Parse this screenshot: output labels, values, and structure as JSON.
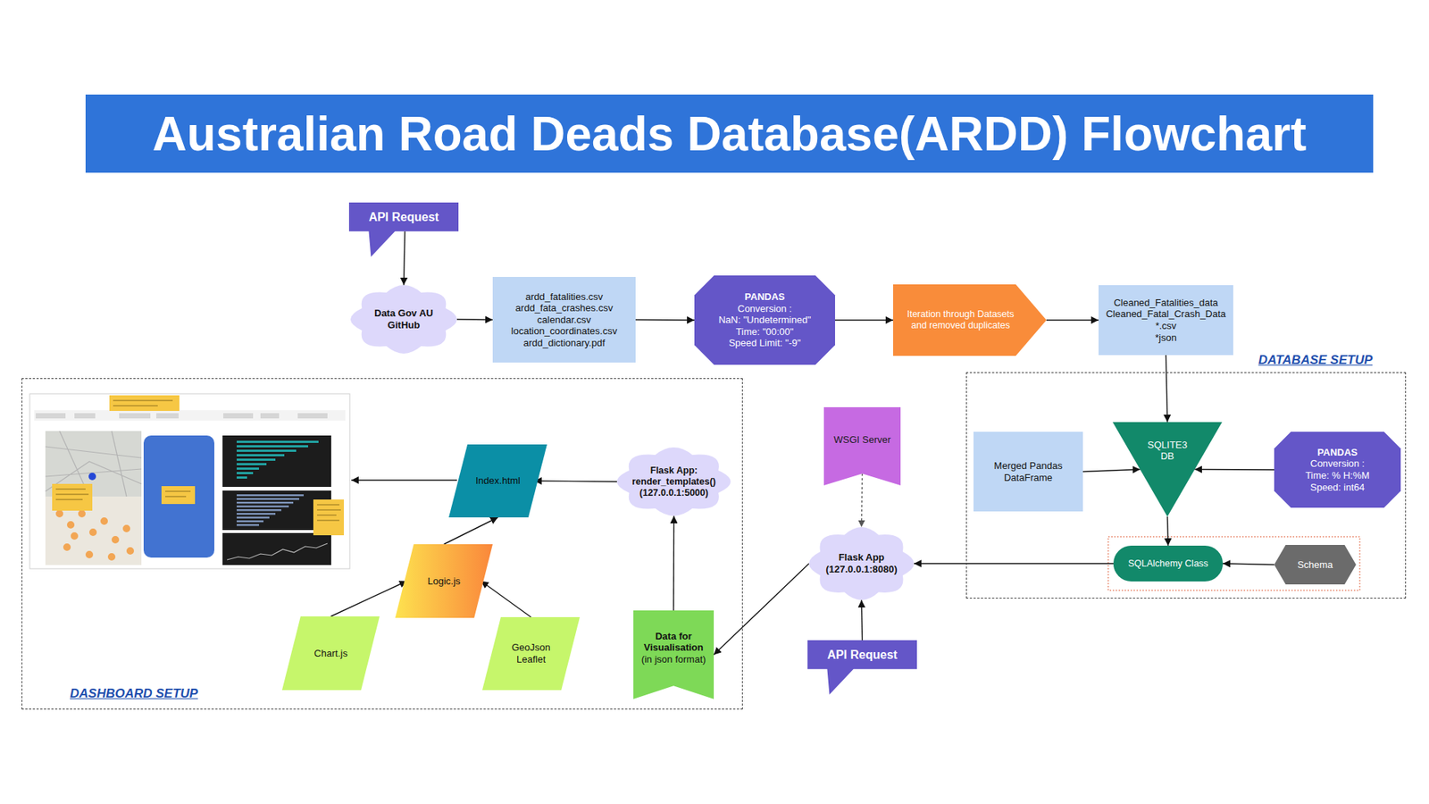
{
  "diagram": {
    "title": "Australian Road Deads Database(ARDD) Flowchart",
    "nodes": [
      {
        "text": [
          "API Request"
        ]
      },
      {
        "text": [
          "Data Gov AU GitHub"
        ]
      },
      {
        "text": [
          "ardd_fatalities.csv",
          "ardd_fata_crashes.csv",
          "calendar.csv",
          "location_coordinates.csv",
          "ardd_dictionary.pdf"
        ]
      },
      {
        "text": [
          "PANDAS",
          "Conversion :",
          "NaN: \"Undetermined\"",
          "Time: \"00:00\"",
          "Speed Limit: \"-9\""
        ]
      },
      {
        "text": [
          "Iteration through Datasets and removed duplicates"
        ]
      },
      {
        "text": [
          "Cleaned_Fatalities_data",
          "Cleaned_Fatal_Crash_Data",
          "*.csv",
          "*json"
        ]
      },
      {
        "text": [
          "DATABASE SETUP"
        ]
      },
      {
        "text": [
          "Merged Pandas DataFrame"
        ],
        "in": 6
      },
      {
        "text": [
          "SQLITE3 DB"
        ],
        "in": 6
      },
      {
        "text": [
          "PANDAS",
          "Conversion :",
          "Time: % H:%M",
          "Speed: int64"
        ],
        "in": 6
      },
      {
        "text": [
          "SQLAlchemy Class"
        ],
        "in": 6
      },
      {
        "text": [
          "Schema"
        ],
        "in": 6
      },
      {
        "text": [
          "WSGI Server"
        ]
      },
      {
        "text": [
          "Flask App",
          "(127.0.0.1:8080)"
        ]
      },
      {
        "text": [
          "API Request"
        ]
      },
      {
        "text": [
          "DASHBOARD SETUP"
        ]
      },
      {
        "text": [
          "Index.html"
        ],
        "in": 15
      },
      {
        "text": [
          "Flask App: render_templates()",
          "(127.0.0.1:5000)"
        ],
        "in": 15
      },
      {
        "text": [
          "Logic.js"
        ],
        "in": 15
      },
      {
        "text": [
          "Chart.js"
        ],
        "in": 15
      },
      {
        "text": [
          "GeoJson Leaflet"
        ],
        "in": 15
      },
      {
        "text": [
          "Data for Visualisation",
          "(in json format)"
        ],
        "in": 15
      }
    ],
    "edges": [
      {
        "from": 0,
        "to": 1,
        "arrow": "to"
      },
      {
        "from": 1,
        "to": 2,
        "arrow": "to"
      },
      {
        "from": 2,
        "to": 3,
        "arrow": "to"
      },
      {
        "from": 3,
        "to": 4,
        "arrow": "to"
      },
      {
        "from": 4,
        "to": 5,
        "arrow": "to"
      },
      {
        "from": 5,
        "to": 8,
        "arrow": "to"
      },
      {
        "from": 7,
        "to": 8,
        "arrow": "to"
      },
      {
        "from": 9,
        "to": 8,
        "arrow": "to"
      },
      {
        "from": 8,
        "to": 10,
        "arrow": "to"
      },
      {
        "from": 11,
        "to": 10,
        "arrow": "to"
      },
      {
        "from": 10,
        "to": 13,
        "arrow": "to"
      },
      {
        "from": 12,
        "to": 13,
        "arrow": "to"
      },
      {
        "from": 14,
        "to": 13,
        "arrow": "to"
      },
      {
        "from": 13,
        "to": 21,
        "arrow": "to"
      },
      {
        "from": 21,
        "to": 17,
        "arrow": "to"
      },
      {
        "from": 17,
        "to": 16,
        "arrow": "to"
      },
      {
        "from": 18,
        "to": 16,
        "arrow": "to"
      },
      {
        "from": 19,
        "to": 18,
        "arrow": "to"
      },
      {
        "from": 20,
        "to": 18,
        "arrow": "to"
      }
    ]
  }
}
